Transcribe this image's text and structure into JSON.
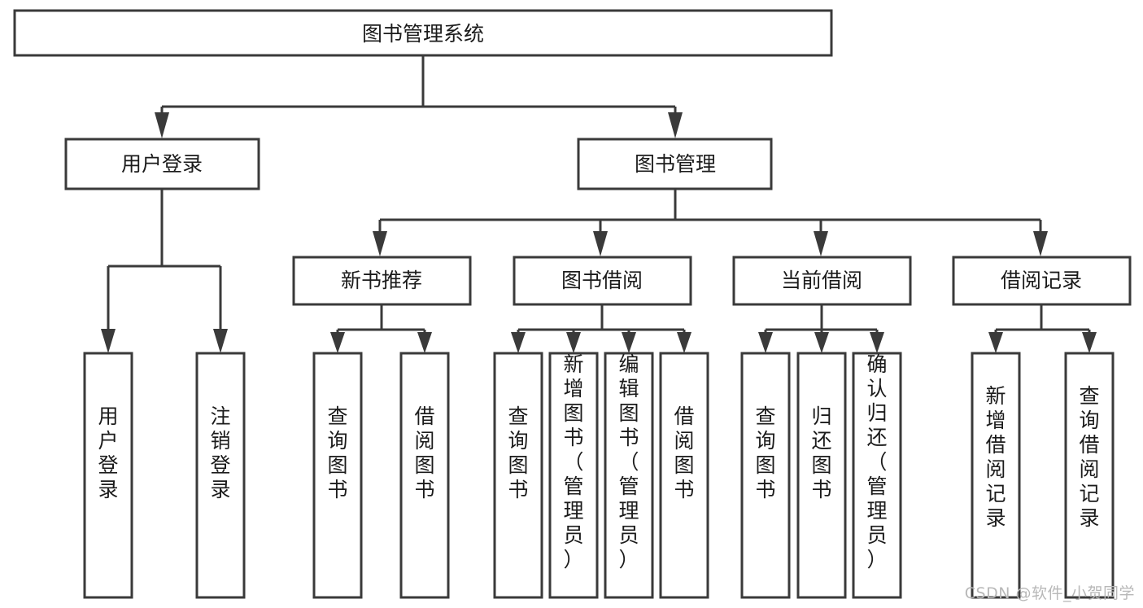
{
  "diagram": {
    "type": "tree-hierarchy-chart",
    "title": "图书管理系统",
    "orientation": "top-down",
    "colors": {
      "stroke": "#3a3a3a",
      "fill": "#ffffff",
      "text": "#1b1b1b",
      "watermark": "#b8b8b8",
      "background": "#ffffff"
    },
    "levels": 4
  },
  "root": {
    "label": "图书管理系统"
  },
  "level2": [
    {
      "label": "用户登录"
    },
    {
      "label": "图书管理"
    }
  ],
  "level3": [
    {
      "label": "新书推荐"
    },
    {
      "label": "图书借阅"
    },
    {
      "label": "当前借阅"
    },
    {
      "label": "借阅记录"
    }
  ],
  "leaves": {
    "user_login": [
      {
        "label": "用户登录"
      },
      {
        "label": "注销登录"
      }
    ],
    "new_book_recommend": [
      {
        "label": "查询图书"
      },
      {
        "label": "借阅图书"
      }
    ],
    "book_borrow": [
      {
        "label": "查询图书"
      },
      {
        "label": "新增图书（管理员）"
      },
      {
        "label": "编辑图书（管理员）"
      },
      {
        "label": "借阅图书"
      }
    ],
    "current_borrow": [
      {
        "label": "查询图书"
      },
      {
        "label": "归还图书"
      },
      {
        "label": "确认归还（管理员）"
      }
    ],
    "borrow_record": [
      {
        "label": "新增借阅记录"
      },
      {
        "label": "查询借阅记录"
      }
    ]
  },
  "watermark": {
    "text": "CSDN @软件_小贺同学"
  }
}
